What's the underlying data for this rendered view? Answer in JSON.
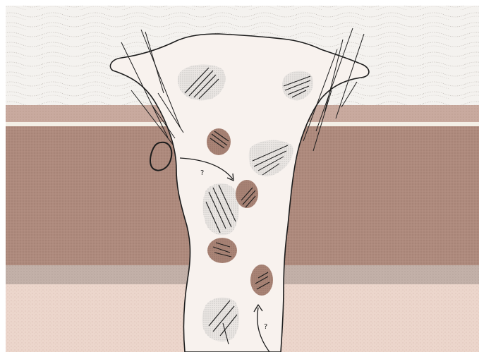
{
  "diagram": {
    "annotations": [
      "?",
      "?"
    ],
    "layers": [
      {
        "name": "upper-pale-bedded-layer",
        "color": "#f3f1ee"
      },
      {
        "name": "thin-pinkish-band",
        "color": "#c9aa9f"
      },
      {
        "name": "cream-stripe",
        "color": "#f4efe6"
      },
      {
        "name": "thick-brown-layer",
        "color": "#ae8a7d"
      },
      {
        "name": "grey-brown-band",
        "color": "#c3b1a9"
      },
      {
        "name": "lower-pink-layer",
        "color": "#ecd6cc"
      }
    ],
    "pipe_fill": "#f8f2ee",
    "brown_clast_fill": "#a98476",
    "outline_color": "#1c1c1c"
  }
}
